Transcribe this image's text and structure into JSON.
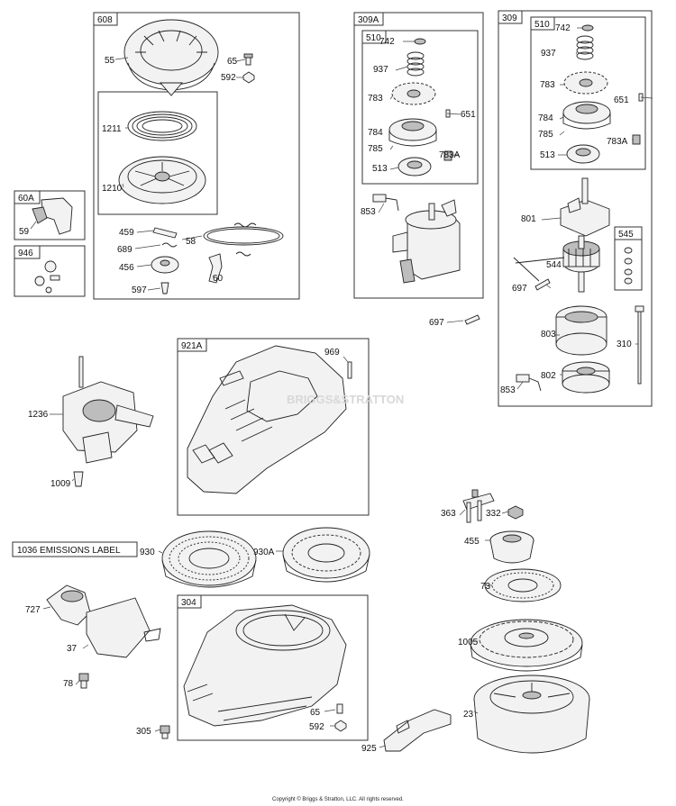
{
  "boxes": {
    "b608": "608",
    "b309A": "309A",
    "b510a": "510",
    "b309": "309",
    "b510b": "510",
    "b545": "545",
    "b60A": "60A",
    "b946": "946",
    "b921A": "921A",
    "b304": "304"
  },
  "emissions_label": "1036 EMISSIONS LABEL",
  "part_numbers": {
    "p55": "55",
    "p65a": "65",
    "p592a": "592",
    "p1211": "1211",
    "p1210": "1210",
    "p459": "459",
    "p689": "689",
    "p58": "58",
    "p456": "456",
    "p60": "60",
    "p597": "597",
    "p59": "59",
    "a742": "742",
    "a937": "937",
    "a783": "783",
    "a651": "651",
    "a784": "784",
    "a785": "785",
    "a783A": "783A",
    "a513": "513",
    "a853": "853",
    "p697a": "697",
    "b742": "742",
    "b937": "937",
    "b783": "783",
    "b651": "651",
    "b784": "784",
    "b785": "785",
    "b783A": "783A",
    "b513": "513",
    "b801": "801",
    "b544": "544",
    "b697": "697",
    "b803": "803",
    "b310": "310",
    "b802": "802",
    "b853": "853",
    "p969": "969",
    "p1236": "1236",
    "p1009": "1009",
    "p930": "930",
    "p930A": "930A",
    "p363": "363",
    "p332": "332",
    "p455": "455",
    "p73": "73",
    "p1005": "1005",
    "p23": "23",
    "p727": "727",
    "p37": "37",
    "p78": "78",
    "p65b": "65",
    "p592b": "592",
    "p305": "305",
    "p925": "925"
  },
  "watermark": "BRIGGS&STRATTON",
  "copyright": "Copyright © Briggs & Stratton, LLC. All rights reserved."
}
